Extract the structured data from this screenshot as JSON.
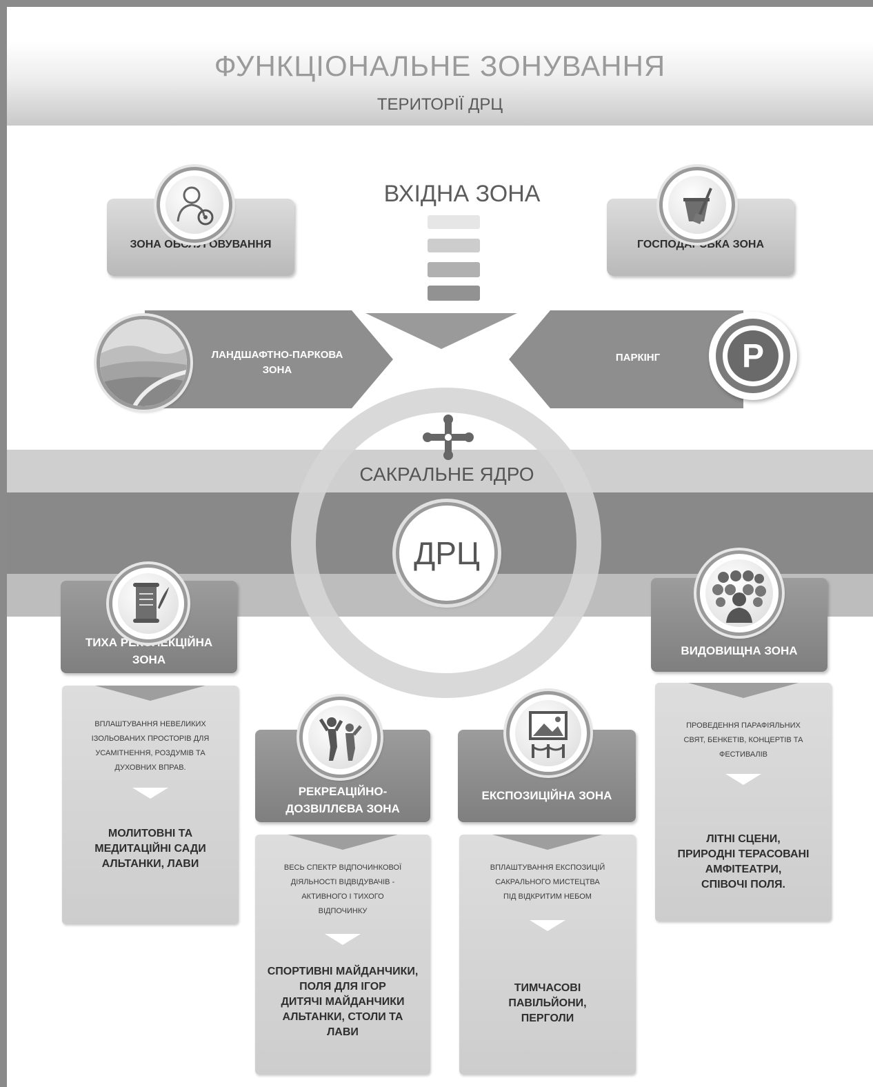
{
  "header": {
    "title": "ФУНКЦІОНАЛЬНЕ ЗОНУВАННЯ",
    "subtitle": "ТЕРИТОРІЇ ДРЦ"
  },
  "entry_zone": {
    "label": "ВХІДНА ЗОНА"
  },
  "service_zone": {
    "label": "ЗОНА ОБСЛУГОВУВАННЯ",
    "icon": "service-person-icon"
  },
  "utility_zone": {
    "label": "ГОСПОДАРСЬКА ЗОНА",
    "icon": "cleaning-bucket-icon"
  },
  "landscape_zone": {
    "label_line1": "ЛАНДШАФТНО-ПАРКОВА",
    "label_line2": "ЗОНА",
    "icon": "landscape-icon"
  },
  "parking": {
    "label": "ПАРКІНГ",
    "icon_letter": "P"
  },
  "sacred_core": {
    "label": "САКРАЛЬНЕ ЯДРО",
    "icon": "cross-icon",
    "center_label": "ДРЦ"
  },
  "zones": [
    {
      "title_line1": "ТИХА РЕКОЛЕКЦІЙНА",
      "title_line2": "ЗОНА",
      "icon": "scroll-quill-icon",
      "desc": [
        "ВПЛАШТУВАННЯ НЕВЕЛИКИХ",
        "ІЗОЛЬОВАНИХ ПРОСТОРІВ ДЛЯ",
        "УСАМІТНЕННЯ, РОЗДУМІВ ТА",
        "ДУХОВНИХ ВПРАВ."
      ],
      "examples": [
        "МОЛИТОВНІ ТА",
        "МЕДИТАЦІЙНІ САДИ",
        "АЛЬТАНКИ, ЛАВИ"
      ]
    },
    {
      "title_line1": "РЕКРЕАЦІЙНО-",
      "title_line2": "ДОЗВІЛЛЄВА ЗОНА",
      "icon": "people-cheering-icon",
      "desc": [
        "ВЕСЬ СПЕКТР ВІДПОЧИНКОВОЇ",
        "ДІЯЛЬНОСТІ ВІДВІДУВАЧІВ -",
        "АКТИВНОГО І ТИХОГО",
        "ВІДПОЧИНКУ"
      ],
      "examples": [
        "СПОРТИВНІ МАЙДАНЧИКИ,",
        "ПОЛЯ ДЛЯ ІГОР",
        "ДИТЯЧІ МАЙДАНЧИКИ",
        "АЛЬТАНКИ, СТОЛИ ТА",
        "ЛАВИ"
      ]
    },
    {
      "title_line1": "ЕКСПОЗИЦІЙНА ЗОНА",
      "title_line2": "",
      "icon": "exhibition-picture-icon",
      "desc": [
        "ВПЛАШТУВАННЯ ЕКСПОЗИЦІЙ",
        "САКРАЛЬНОГО МИСТЕЦТВА",
        "ПІД ВІДКРИТИМ НЕБОМ"
      ],
      "examples": [
        "ТИМЧАСОВІ",
        "ПАВІЛЬЙОНИ,",
        "ПЕРГОЛИ"
      ]
    },
    {
      "title_line1": "ВИДОВИЩНА ЗОНА",
      "title_line2": "",
      "icon": "audience-icon",
      "desc": [
        "ПРОВЕДЕННЯ ПАРАФІЯЛЬНИХ",
        "СВЯТ, БЕНКЕТІВ, КОНЦЕРТІВ ТА",
        "ФЕСТИВАЛІВ"
      ],
      "examples": [
        "ЛІТНІ СЦЕНИ,",
        "ПРИРОДНІ ТЕРАСОВАНІ",
        "АМФІТЕАТРИ,",
        "СПІВОЧІ ПОЛЯ."
      ]
    }
  ]
}
